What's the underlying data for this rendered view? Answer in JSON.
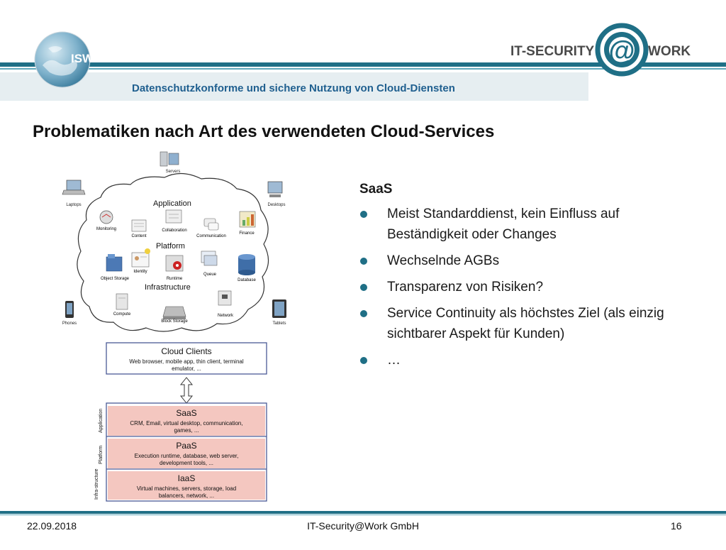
{
  "header": {
    "subtitle": "Datenschutzkonforme und sichere Nutzung von Cloud-Diensten",
    "isw_logo_text": "ISW",
    "brand_left": "IT-SECURITY",
    "brand_right": "WORK",
    "brand_at": "@"
  },
  "slide": {
    "title": "Problematiken nach Art des verwendeten Cloud-Services"
  },
  "diagram": {
    "devices": {
      "servers": "Servers",
      "laptops": "Laptops",
      "desktops": "Desktops",
      "phones": "Phones",
      "tablets": "Tablets"
    },
    "layers": {
      "application": "Application",
      "platform": "Platform",
      "infrastructure": "Infrastructure"
    },
    "items": {
      "monitoring": "Monitoring",
      "content": "Content",
      "collaboration": "Collaboration",
      "communication": "Communication",
      "finance": "Finance",
      "identity": "Identity",
      "object_storage": "Object Storage",
      "runtime": "Runtime",
      "queue": "Queue",
      "database": "Database",
      "compute": "Compute",
      "block_storage": "Block Storage",
      "network": "Network"
    },
    "clients": {
      "title": "Cloud Clients",
      "line1": "Web browser, mobile app, thin client, terminal",
      "line2": "emulator, ..."
    },
    "stack": [
      {
        "name": "SaaS",
        "side": "Application",
        "line1": "CRM, Email, virtual desktop, communication,",
        "line2": "games, ..."
      },
      {
        "name": "PaaS",
        "side": "Platform",
        "line1": "Execution runtime, database, web server,",
        "line2": "development tools, ..."
      },
      {
        "name": "IaaS",
        "side": "Infra-structure",
        "line1": "Virtual machines, servers, storage, load",
        "line2": "balancers, network, ..."
      }
    ]
  },
  "content": {
    "heading": "SaaS",
    "bullets": [
      "Meist Standarddienst, kein Einfluss auf Beständigkeit oder Changes",
      "Wechselnde AGBs",
      "Transparenz von Risiken?",
      "Service Continuity als höchstes Ziel (als einzig sichtbarer Aspekt für Kunden)",
      "…"
    ]
  },
  "footer": {
    "date": "22.09.2018",
    "company": "IT-Security@Work GmbH",
    "page": "16"
  },
  "colors": {
    "accent": "#1f6f86",
    "subtitle": "#1f5f8f",
    "stack_fill": "#f4c7c0"
  }
}
